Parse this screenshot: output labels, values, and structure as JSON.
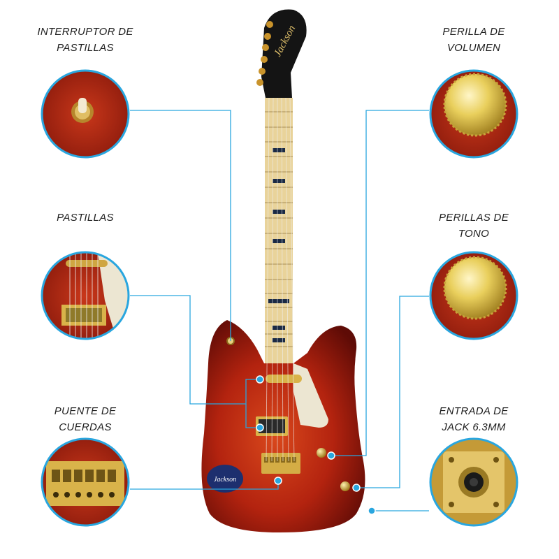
{
  "labels": {
    "pickup_switch": [
      "INTERRUPTOR DE",
      "PASTILLAS"
    ],
    "pickups": [
      "PASTILLAS"
    ],
    "bridge": [
      "PUENTE DE",
      "CUERDAS"
    ],
    "volume_knob": [
      "PERILLA DE",
      "VOLUMEN"
    ],
    "tone_knobs": [
      "PERILLAS DE",
      "TONO"
    ],
    "jack_input": [
      "ENTRADA DE",
      "JACK 6.3MM"
    ]
  },
  "headstock_brand": "Jackson",
  "badge_brand": "Jackson",
  "colors": {
    "leader_line": "#29a6df",
    "body_red": "#b3230f",
    "body_dark": "#5e0b06",
    "maple": "#e9d39a",
    "gold": "#d9b34a",
    "pickguard": "#ece6d2",
    "headstock": "#141414"
  }
}
